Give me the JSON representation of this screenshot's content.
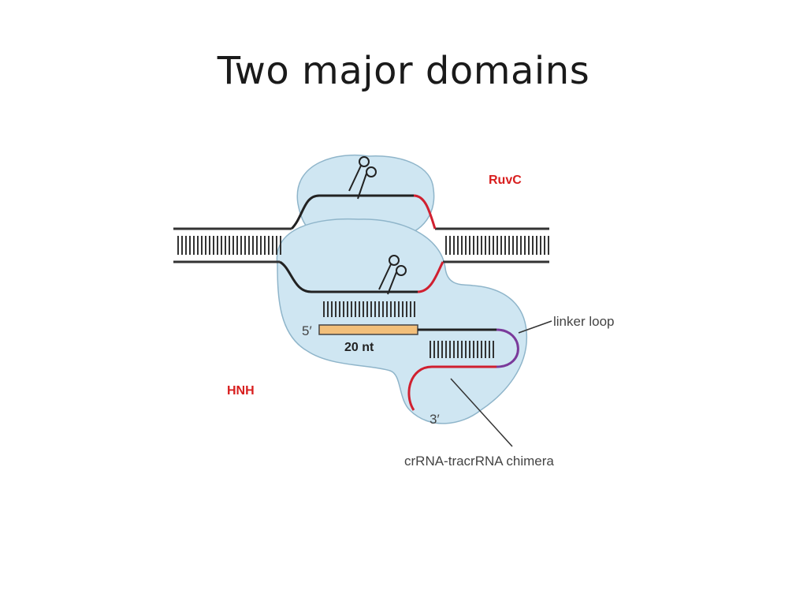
{
  "slide": {
    "title": "Two major domains"
  },
  "labels": {
    "ruvc": "RuvC",
    "hnh": "HNH",
    "five_prime": "5′",
    "three_prime": "3′",
    "nt_length": "20 nt",
    "linker_loop": "linker loop",
    "chimera": "crRNA-tracrRNA chimera"
  },
  "icons": [
    "scissors-icon",
    "scissors-icon"
  ],
  "colors": {
    "protein_fill": "#cfe6f2",
    "protein_stroke": "#8fb5ca",
    "domain_label": "#d81e1e",
    "rna_red": "#d02030",
    "linker_purple": "#7a3a9a",
    "guide_orange": "#f2bf7a"
  }
}
